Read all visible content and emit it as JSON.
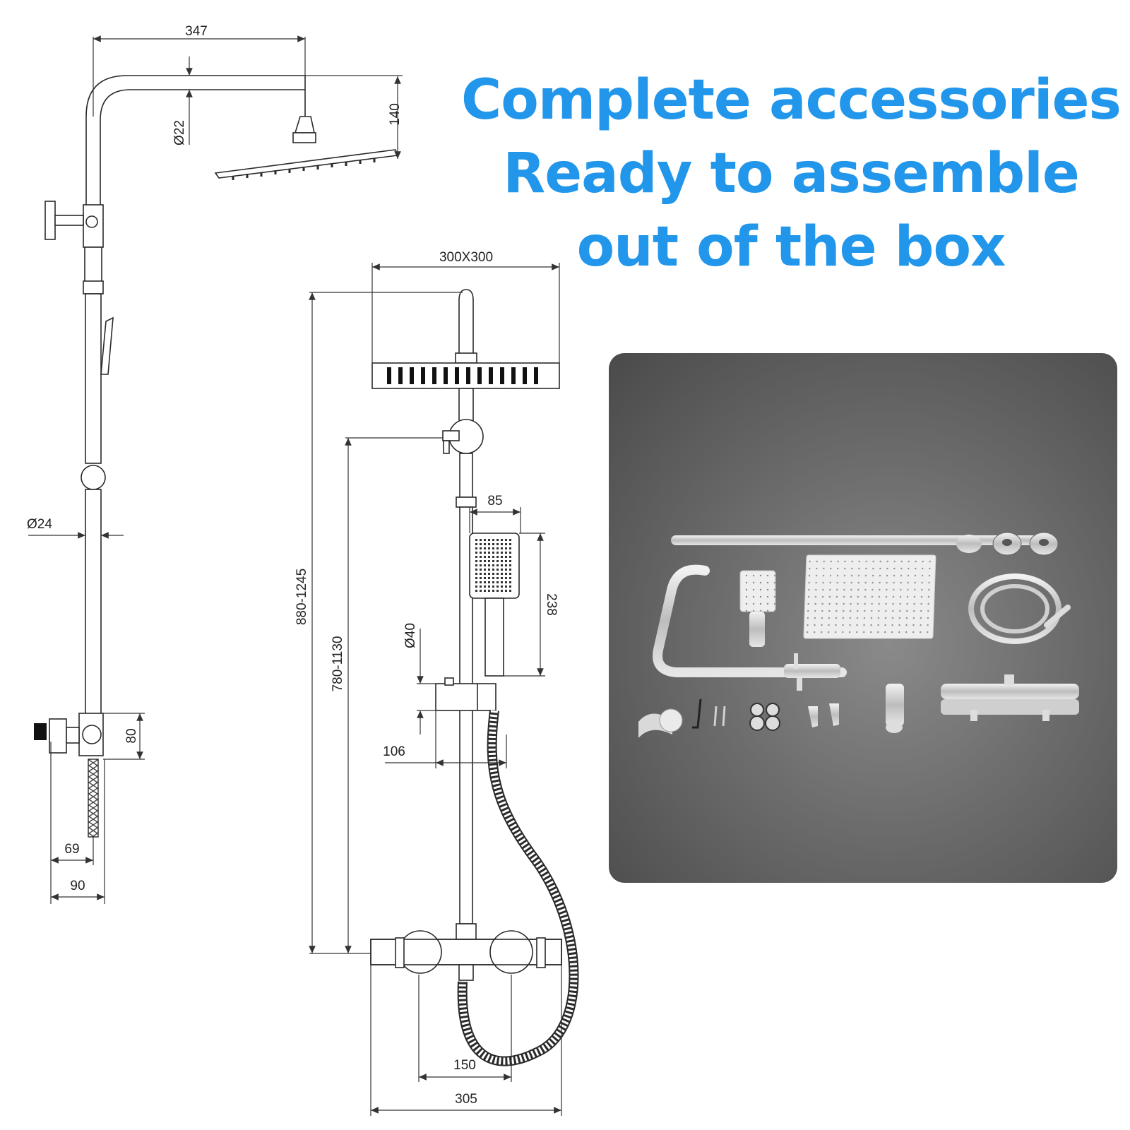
{
  "headline": {
    "line1": "Complete accessories",
    "line2": "Ready to assemble",
    "line3": "out of the box"
  },
  "dimensions": {
    "side_view": {
      "arm_length": "347",
      "head_height": "140",
      "arm_diameter": "Ø22",
      "rail_diameter": "Ø24",
      "valve_height": "80",
      "wall_offset_1": "69",
      "wall_offset_2": "90"
    },
    "front_view": {
      "head_size": "300X300",
      "total_height": "880-1245",
      "rail_height": "780-1130",
      "handset_width": "85",
      "handset_length": "238",
      "holder_diameter": "Ø40",
      "holder_offset": "106",
      "inlet_spacing": "150",
      "valve_width": "305"
    }
  },
  "colors": {
    "headline": "#2196ea",
    "drawing": "#2a2a2a",
    "photo_background": "#6c6c6c",
    "chrome": "#d8d8d8"
  },
  "photo": {
    "icon": "accessories-kit-photo"
  }
}
